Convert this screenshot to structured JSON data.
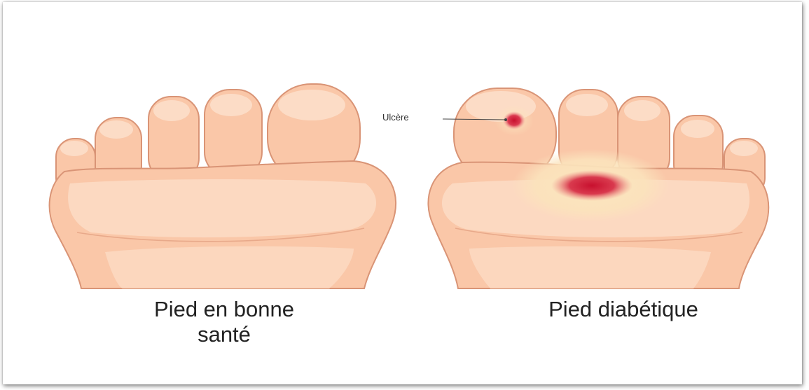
{
  "captions": {
    "healthy_line1": "Pied en bonne",
    "healthy_line2": "santé",
    "diabetic": "Pied diabétique"
  },
  "annotations": {
    "ulcer": "Ulcère"
  },
  "colors": {
    "skin_fill": "#FAC7A8",
    "skin_light": "#FCDCC6",
    "skin_outline": "#D99476",
    "ulcer": "#D8203A",
    "ulcer_halo": "#FBE3BC"
  }
}
